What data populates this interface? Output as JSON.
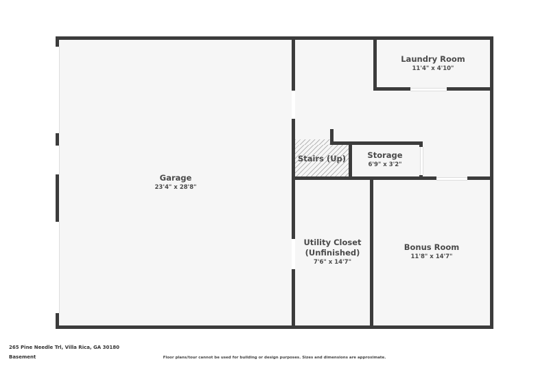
{
  "floorplan": {
    "rooms": [
      {
        "id": "garage",
        "name": "Garage",
        "dimensions": "23'4\" x 28'8\""
      },
      {
        "id": "laundry",
        "name": "Laundry Room",
        "dimensions": "11'4\" x 4'10\""
      },
      {
        "id": "stairs",
        "name": "Stairs (Up)"
      },
      {
        "id": "storage",
        "name": "Storage",
        "dimensions": "6'9\" x 3'2\""
      },
      {
        "id": "utility",
        "name_line1": "Utility Closet",
        "name_line2": "(Unfinished)",
        "dimensions": "7'6\" x 14'7\""
      },
      {
        "id": "bonus",
        "name": "Bonus Room",
        "dimensions": "11'8\" x 14'7\""
      }
    ],
    "colors": {
      "wall": "#3c3c3c",
      "floor": "#f6f6f6",
      "opening": "#ffffff",
      "stairs_hatch": "#b5b5b5"
    }
  },
  "footer": {
    "address": "265 Pine Needle Trl, Villa Rica, GA 30180",
    "floor_level": "Basement",
    "disclaimer": "Floor plans/tour cannot be used for building or design purposes. Sizes and dimensions are approximate."
  }
}
